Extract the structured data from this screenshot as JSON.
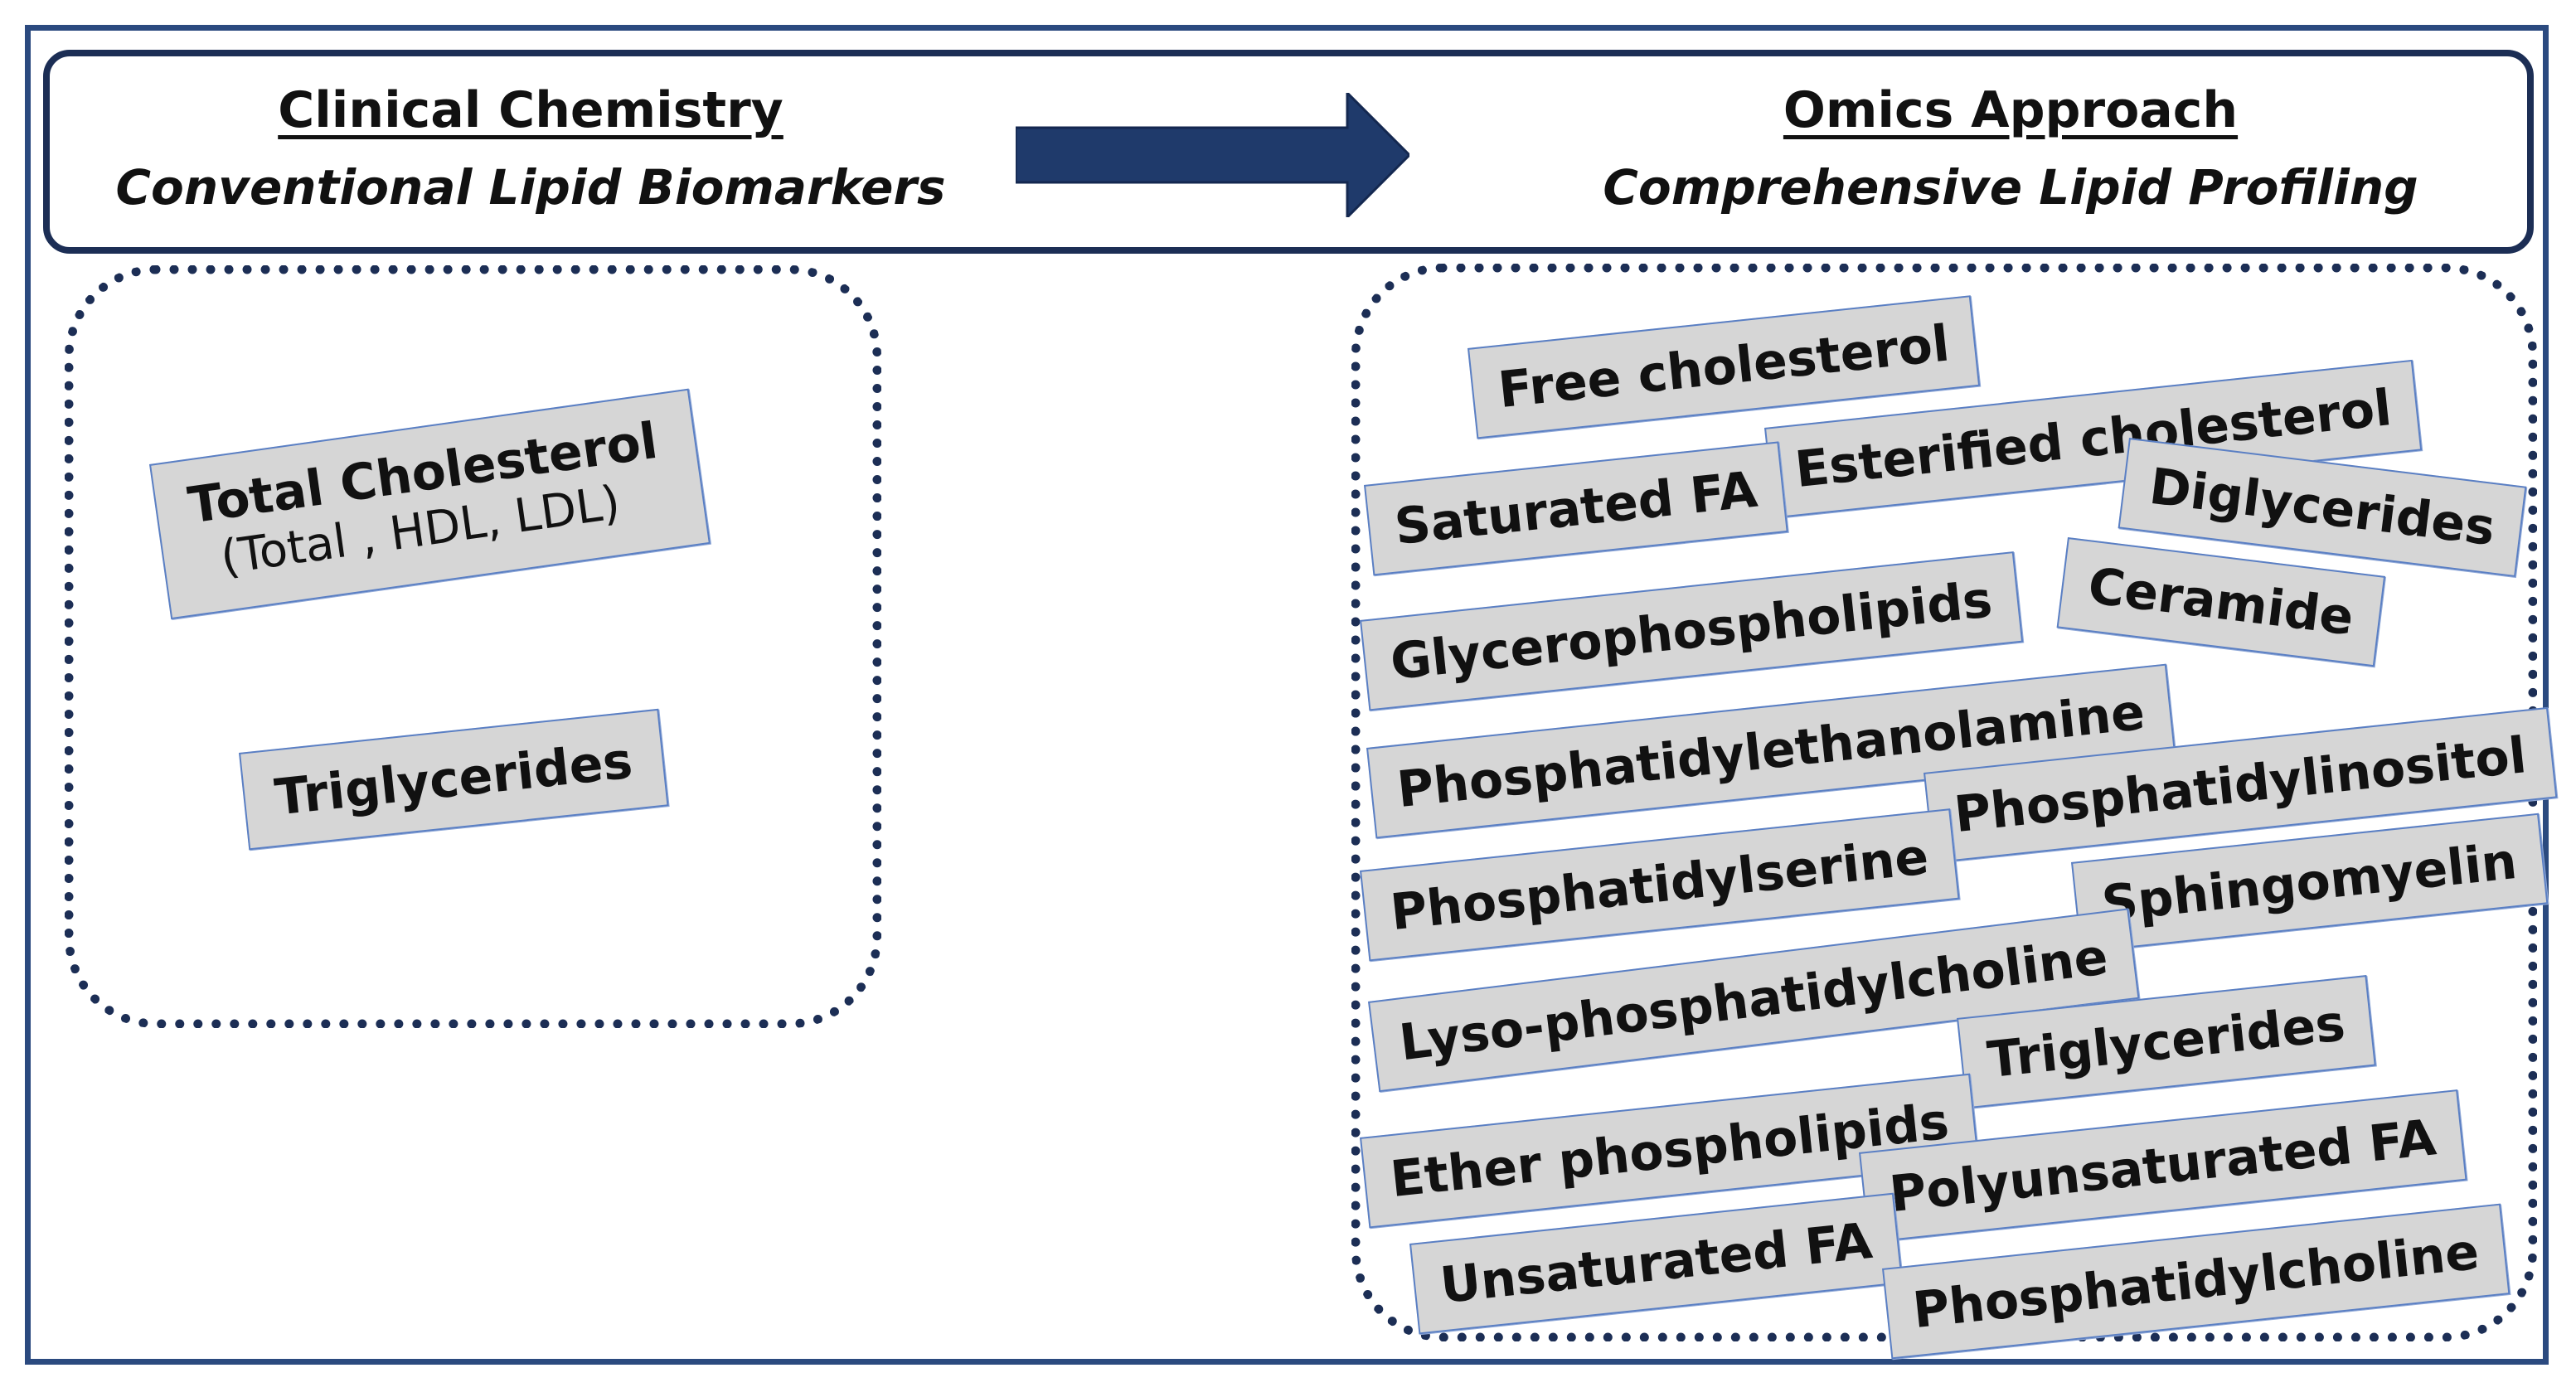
{
  "header": {
    "left": {
      "title": "Clinical Chemistry",
      "subtitle": "Conventional Lipid Biomarkers"
    },
    "right": {
      "title": "Omics Approach",
      "subtitle": "Comprehensive Lipid Profiling"
    },
    "arrow_icon": "right-arrow-icon",
    "accent_color": "#1c2e55"
  },
  "conventional": {
    "items": [
      {
        "label": "Total Cholesterol",
        "sub": "(Total , HDL, LDL)"
      },
      {
        "label": "Triglycerides"
      }
    ]
  },
  "omics": {
    "items": [
      "Free cholesterol",
      "Esterified cholesterol",
      "Saturated FA",
      "Diglycerides",
      "Glycerophospholipids",
      "Ceramide",
      "Phosphatidylethanolamine",
      "Phosphatidylinositol",
      "Phosphatidylserine",
      "Sphingomyelin",
      "Lyso-phosphatidylcholine",
      "Triglycerides",
      "Ether phospholipids",
      "Polyunsaturated FA",
      "Unsaturated FA",
      "Phosphatidylcholine"
    ]
  },
  "colors": {
    "tag_fill": "#d6d6d6",
    "tag_border": "#5a7fc4",
    "frame": "#2b4a7f"
  }
}
